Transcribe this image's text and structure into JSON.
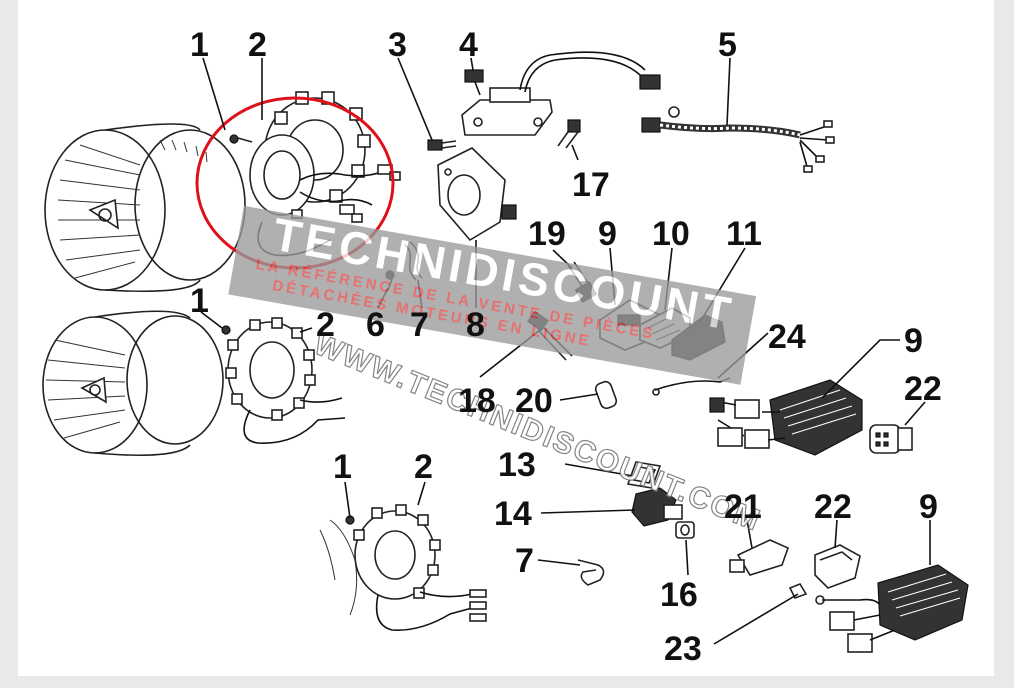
{
  "callouts": {
    "c1a": "1",
    "c2a": "2",
    "c3": "3",
    "c4": "4",
    "c5": "5",
    "c17": "17",
    "c19": "19",
    "c9a": "9",
    "c10": "10",
    "c11": "11",
    "c6": "6",
    "c7a": "7",
    "c8": "8",
    "c1b": "1",
    "c2b": "2",
    "c24": "24",
    "c9b": "9",
    "c22a": "22",
    "c18": "18",
    "c20": "20",
    "c13": "13",
    "c1c": "1",
    "c2c": "2",
    "c14": "14",
    "c21": "21",
    "c22b": "22",
    "c9c": "9",
    "c7b": "7",
    "c16": "16",
    "c23": "23"
  },
  "watermark": {
    "brand": "TECHNIDISCOUNT",
    "line1": "LA RÉFÉRENCE DE LA VENTE DE PIÈCES",
    "line2": "DÉTACHÉES MOTEURS EN LIGNE",
    "url": "WWW.TECHNIDISCOUNT.COM"
  },
  "colors": {
    "highlight_circle": "#e0101a",
    "watermark_band": "#9a9a9a",
    "watermark_text": "#e04a4a",
    "background": "#ffffff",
    "frame": "#e9e9e9"
  }
}
